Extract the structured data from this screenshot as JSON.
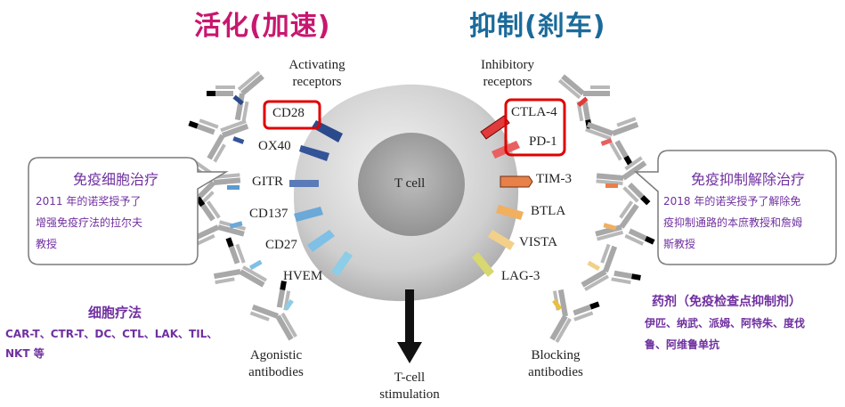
{
  "titles": {
    "activation": "活化(加速)",
    "inhibition": "抑制(刹车)"
  },
  "colors": {
    "activation": "#c8176f",
    "inhibition": "#1a6a9a",
    "purple": "#7030a0",
    "highlight": "#e00000"
  },
  "headers": {
    "activating": [
      "Activating",
      "receptors"
    ],
    "inhibitory": [
      "Inhibitory",
      "receptors"
    ]
  },
  "cell_label": "T cell",
  "activating_receptors": [
    "CD28",
    "OX40",
    "GITR",
    "CD137",
    "CD27",
    "HVEM"
  ],
  "inhibitory_receptors": [
    "CTLA-4",
    "PD-1",
    "TIM-3",
    "BTLA",
    "VISTA",
    "LAG-3"
  ],
  "antibody_labels": {
    "agonistic": [
      "Agonistic",
      "antibodies"
    ],
    "blocking": [
      "Blocking",
      "antibodies"
    ]
  },
  "stimulation": [
    "T-cell",
    "stimulation"
  ],
  "left_bubble": {
    "title": "免疫细胞治疗",
    "lines": [
      "2011 年的诺奖授予了",
      "增强免疫疗法的拉尔夫",
      "教授"
    ]
  },
  "right_bubble": {
    "title": "免疫抑制解除治疗",
    "lines": [
      "2018 年的诺奖授予了解除免",
      "疫抑制通路的本庶教授和詹姆",
      "斯教授"
    ]
  },
  "cell_therapy": {
    "title": "细胞疗法",
    "lines": [
      "CAR-T、CTR-T、DC、CTL、LAK、TIL、",
      "NKT 等"
    ]
  },
  "drugs": {
    "title": "药剂（免疫检查点抑制剂）",
    "lines": [
      "伊匹、纳武、派姆、阿特朱、度伐",
      "鲁、阿维鲁单抗"
    ]
  }
}
